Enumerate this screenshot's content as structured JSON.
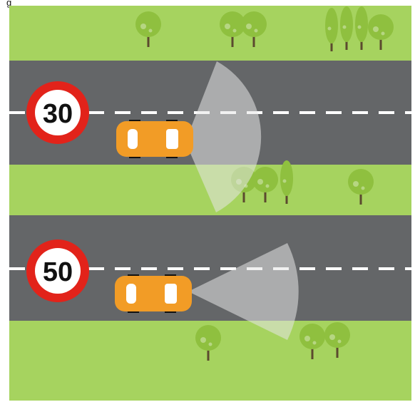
{
  "caption": "g",
  "colors": {
    "grass": "#a6d35f",
    "road": "#646668",
    "lane_marking": "#ffffff",
    "car": "#f29c26",
    "car_window": "#ffffff",
    "sign_ring": "#e2231a",
    "sign_face": "#ffffff",
    "sign_text": "#111111",
    "tree_canopy": "#8fc03f",
    "tree_trunk": "#5b4a2e",
    "view_cone": "#e6e6e6"
  },
  "icons": {
    "car": "car-top-view-icon",
    "sign": "speed-limit-sign-icon",
    "tree": "tree-icon",
    "view_cone": "field-of-view-cone-icon"
  },
  "roads": [
    {
      "id": "upper",
      "speed_limit": "30",
      "view_cone": "wide-short"
    },
    {
      "id": "lower",
      "speed_limit": "50",
      "view_cone": "narrow-long"
    }
  ]
}
